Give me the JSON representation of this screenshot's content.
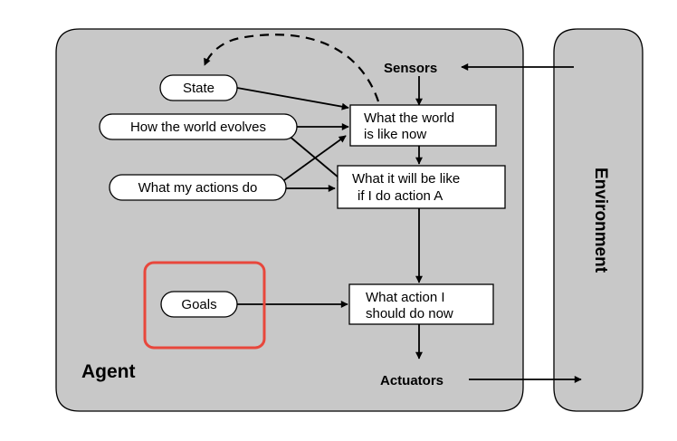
{
  "agent": {
    "label": "Agent",
    "state": "State",
    "world_evolves": "How the world evolves",
    "actions_do": "What my actions do",
    "goals": "Goals",
    "sensors": "Sensors",
    "actuators": "Actuators",
    "world_now": {
      "line1": "What the world",
      "line2": "is like now"
    },
    "will_be": {
      "line1": "What it will be like",
      "line2": "if I do action A"
    },
    "action_now": {
      "line1": "What action I",
      "line2": "should do now"
    }
  },
  "environment": {
    "label": "Environment"
  },
  "colors": {
    "panel": "#c8c8c8",
    "panel_stroke": "#000000",
    "highlight": "#e8473c"
  }
}
